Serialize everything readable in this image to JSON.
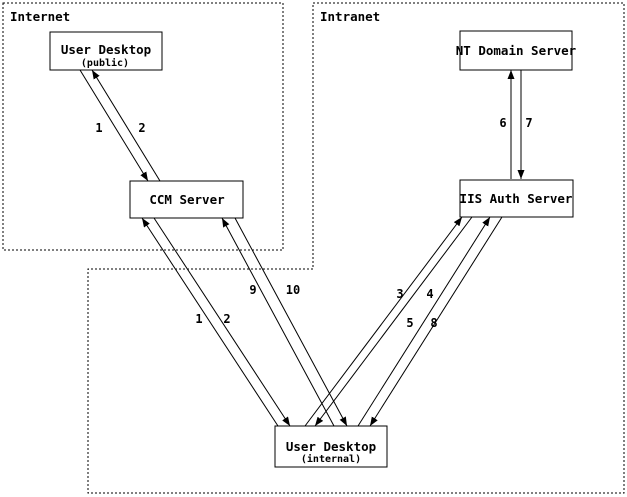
{
  "diagram": {
    "zones": {
      "internet": {
        "label": "Internet"
      },
      "intranet": {
        "label": "Intranet"
      }
    },
    "nodes": {
      "user_desktop_public": {
        "label": "User Desktop",
        "sublabel": "(public)"
      },
      "ccm_server": {
        "label": "CCM Server"
      },
      "nt_domain_server": {
        "label": "NT Domain Server"
      },
      "iis_auth_server": {
        "label": "IIS Auth Server"
      },
      "user_desktop_internal": {
        "label": "User Desktop",
        "sublabel": "(internal)"
      }
    },
    "steps": {
      "public_1": "1",
      "public_2": "2",
      "internal_1": "1",
      "internal_2": "2",
      "s3": "3",
      "s4": "4",
      "s5": "5",
      "s6": "6",
      "s7": "7",
      "s8": "8",
      "s9": "9",
      "s10": "10"
    },
    "colors": {
      "line": "#000000",
      "background": "#ffffff"
    }
  }
}
